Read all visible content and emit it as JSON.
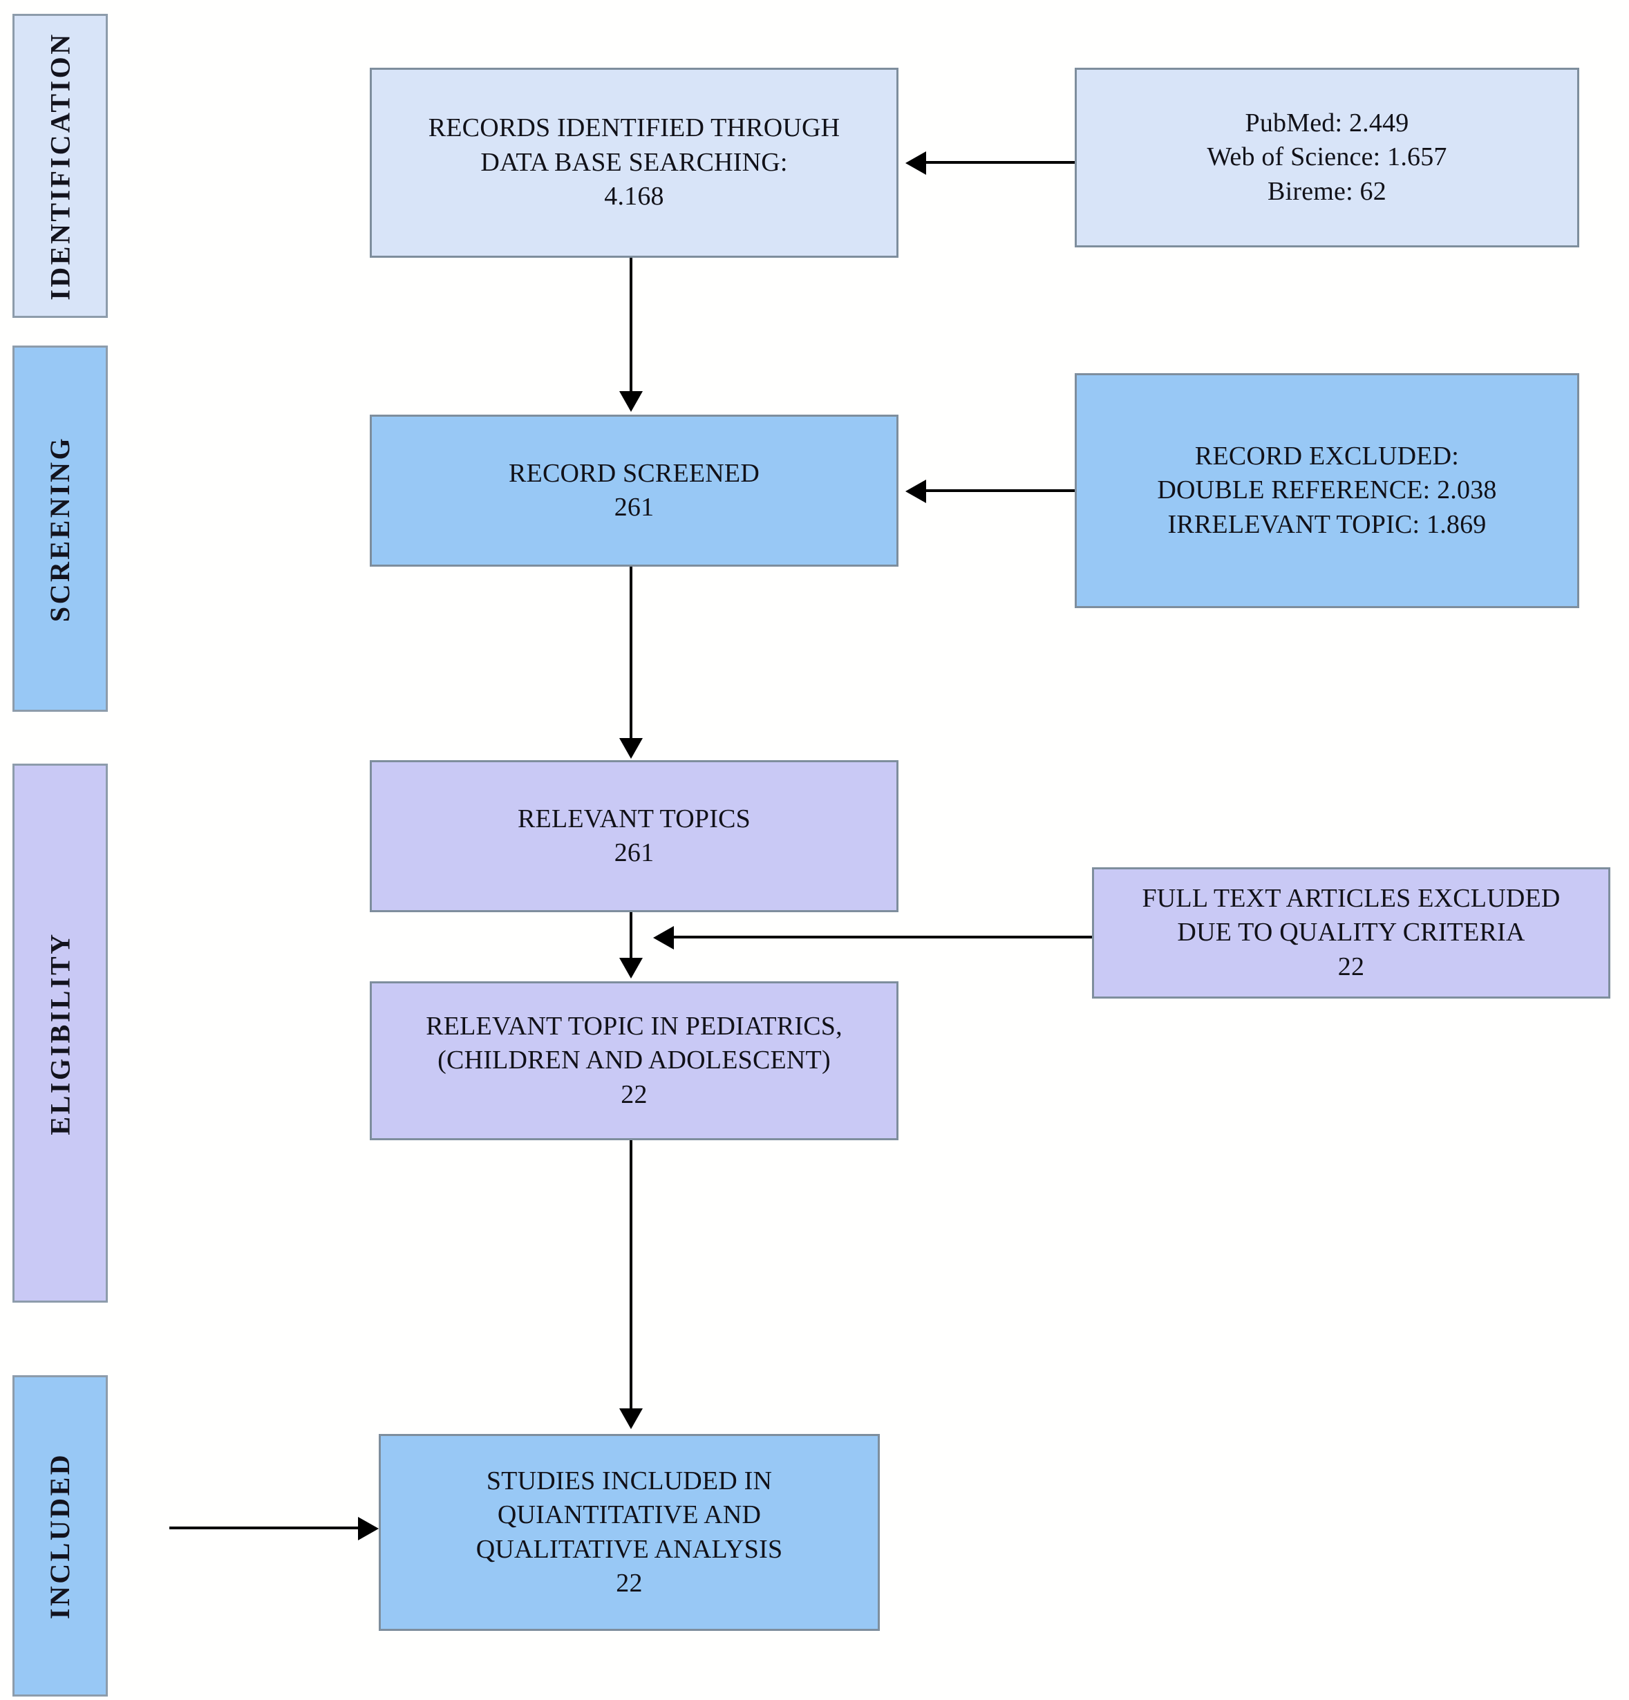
{
  "diagram": {
    "type": "prisma-flow-diagram",
    "colors": {
      "light_blue": "#d8e4f8",
      "mid_blue": "#98c8f5",
      "lavender": "#c9c9f5",
      "border": "#7e8e9d",
      "connector": "#000000"
    },
    "stages": [
      {
        "id": "identification",
        "label": "IDENTIFICATION",
        "fill": "#d8e4f8"
      },
      {
        "id": "screening",
        "label": "SCREENING",
        "fill": "#98c8f5"
      },
      {
        "id": "eligibility",
        "label": "ELIGIBILITY",
        "fill": "#c9c9f5"
      },
      {
        "id": "included",
        "label": "INCLUDED",
        "fill": "#98c8f5"
      }
    ],
    "nodes": [
      {
        "id": "records-identified",
        "stage": "identification",
        "fill": "#d8e4f8",
        "text": "RECORDS IDENTIFIED THROUGH\nDATA BASE SEARCHING:\n4.168",
        "count": "4.168"
      },
      {
        "id": "databases",
        "stage": "identification",
        "fill": "#d8e4f8",
        "text": "PubMed: 2.449\nWeb of Science: 1.657\nBireme: 62",
        "sources": [
          {
            "name": "PubMed",
            "value": "2.449"
          },
          {
            "name": "Web of Science",
            "value": "1.657"
          },
          {
            "name": "Bireme",
            "value": "62"
          }
        ]
      },
      {
        "id": "record-screened",
        "stage": "screening",
        "fill": "#98c8f5",
        "text": "RECORD SCREENED\n261",
        "count": "261"
      },
      {
        "id": "record-excluded",
        "stage": "screening",
        "fill": "#98c8f5",
        "text": "RECORD EXCLUDED:\nDOUBLE REFERENCE: 2.038\nIRRELEVANT TOPIC: 1.869",
        "reasons": [
          {
            "name": "DOUBLE REFERENCE",
            "value": "2.038"
          },
          {
            "name": "IRRELEVANT TOPIC",
            "value": "1.869"
          }
        ]
      },
      {
        "id": "relevant-topics",
        "stage": "eligibility",
        "fill": "#c9c9f5",
        "text": "RELEVANT TOPICS\n261",
        "count": "261"
      },
      {
        "id": "fulltext-excluded",
        "stage": "eligibility",
        "fill": "#c9c9f5",
        "text": "FULL TEXT ARTICLES EXCLUDED\nDUE TO QUALITY CRITERIA\n22",
        "count": "22"
      },
      {
        "id": "relevant-pediatrics",
        "stage": "eligibility",
        "fill": "#c9c9f5",
        "text": "RELEVANT TOPIC IN PEDIATRICS,\n(CHILDREN AND ADOLESCENT)\n22",
        "count": "22"
      },
      {
        "id": "studies-included",
        "stage": "included",
        "fill": "#98c8f5",
        "text": "STUDIES INCLUDED IN\nQUIANTITATIVE AND\nQUALITATIVE ANALYSIS\n22",
        "count": "22"
      }
    ],
    "connectors": [
      {
        "id": "records-to-screened",
        "from": "records-identified",
        "to": "record-screened",
        "direction": "down"
      },
      {
        "id": "screened-to-relevant",
        "from": "record-screened",
        "to": "relevant-topics",
        "direction": "down"
      },
      {
        "id": "relevant-to-pediatrics",
        "from": "relevant-topics",
        "to": "relevant-pediatrics",
        "direction": "down"
      },
      {
        "id": "pediatrics-to-studies",
        "from": "relevant-pediatrics",
        "to": "studies-included",
        "direction": "down"
      },
      {
        "id": "databases-to-records",
        "from": "databases",
        "to": "records-identified",
        "direction": "left"
      },
      {
        "id": "excluded-to-screened",
        "from": "record-excluded",
        "to": "record-screened",
        "direction": "left"
      },
      {
        "id": "fulltext-to-chain",
        "from": "fulltext-excluded",
        "to": "relevant-pediatrics",
        "direction": "left"
      },
      {
        "id": "included-to-studies",
        "from": "included",
        "to": "studies-included",
        "direction": "right"
      }
    ]
  }
}
